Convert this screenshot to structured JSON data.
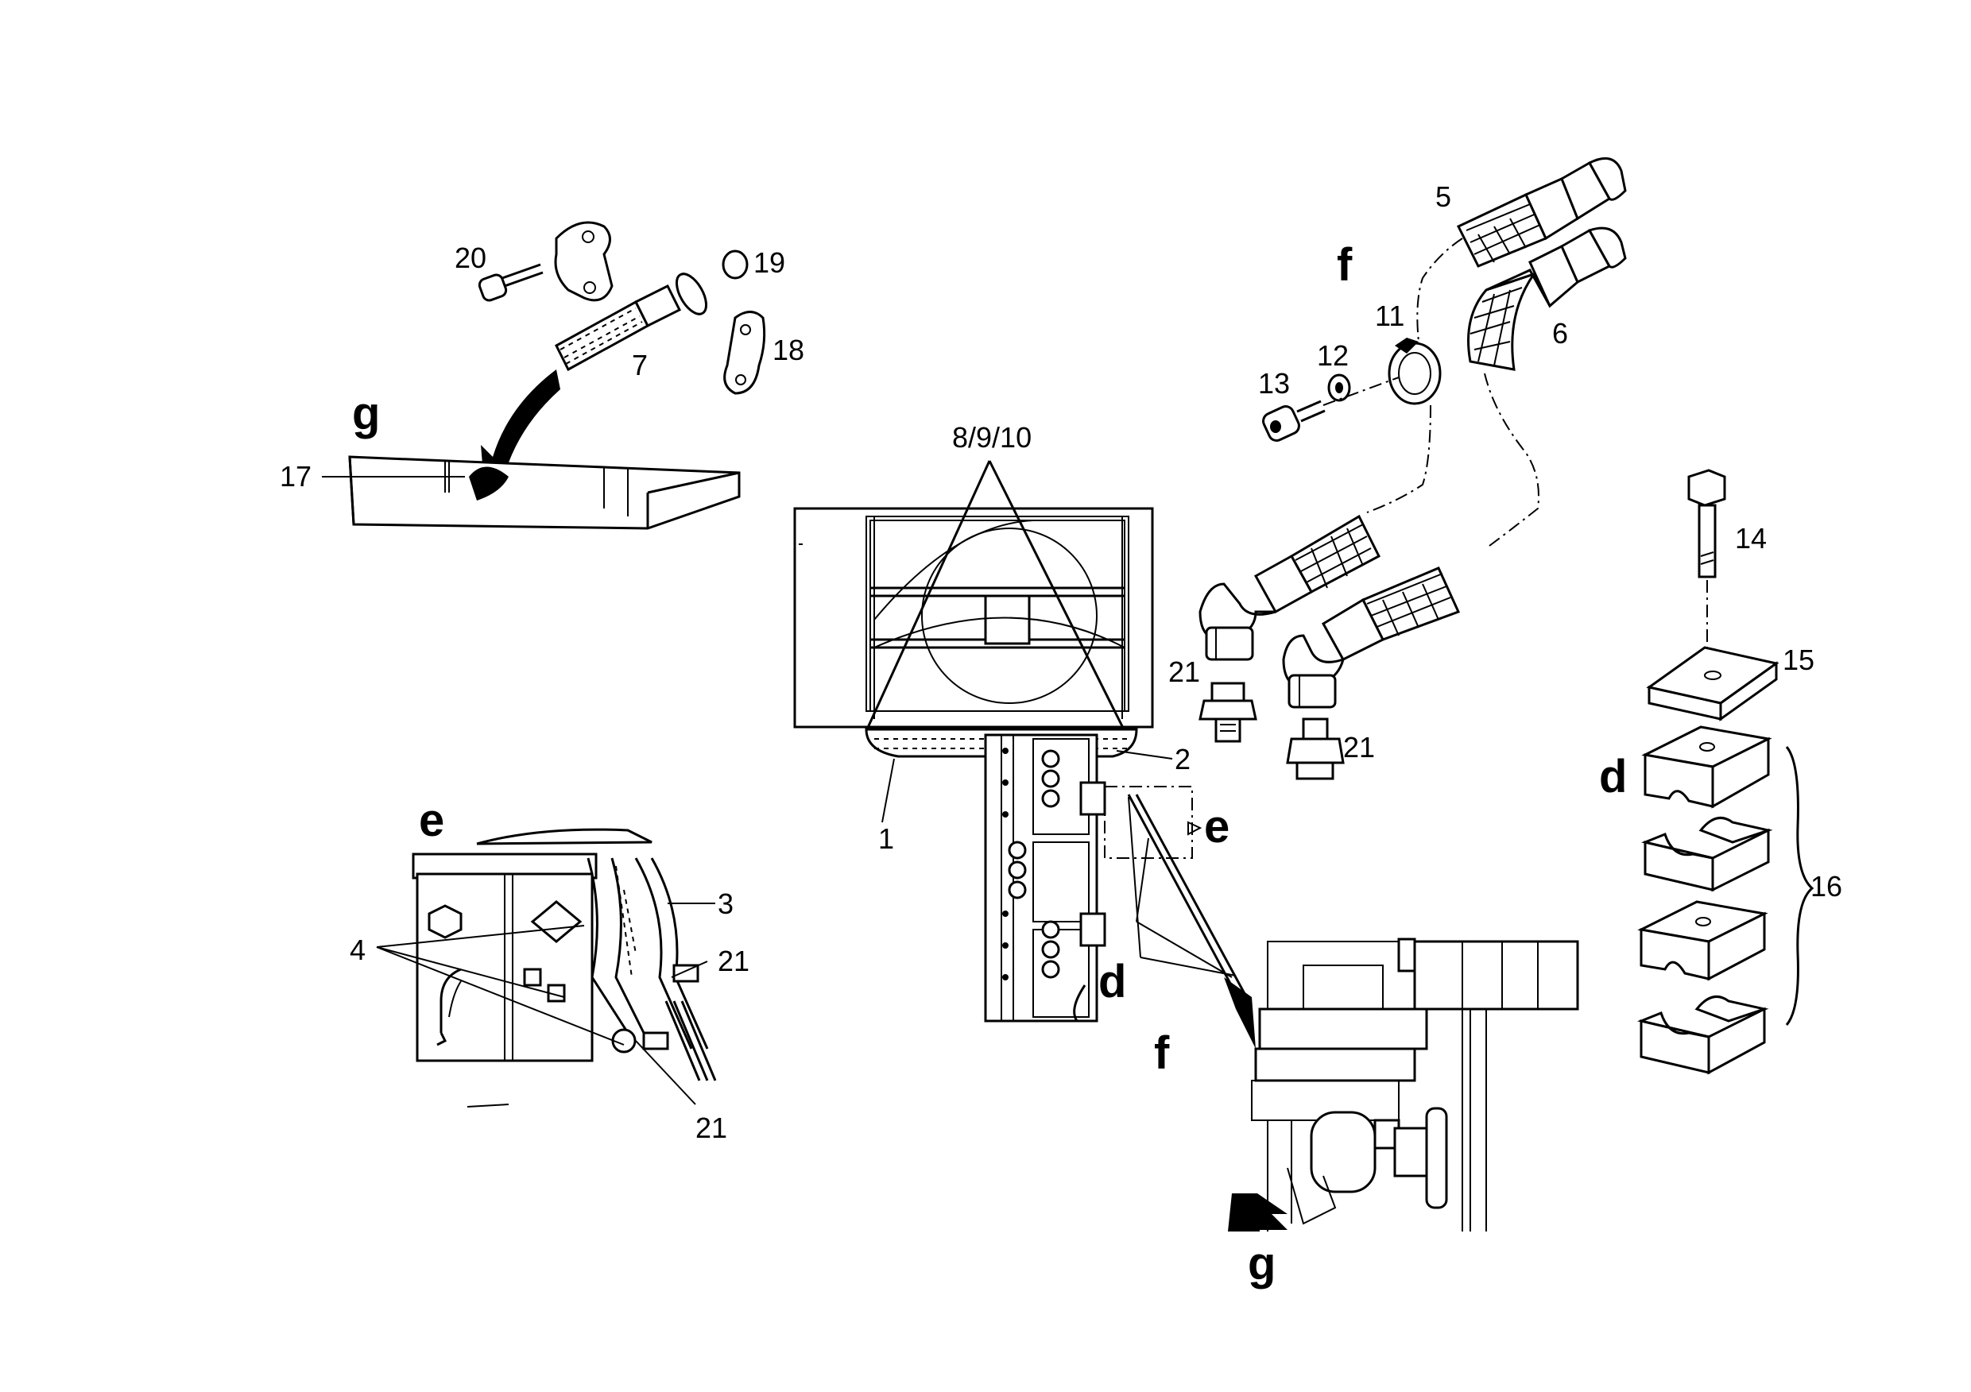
{
  "diagram": {
    "part_labels": {
      "p1": "1",
      "p2": "2",
      "p3": "3",
      "p4": "4",
      "p5": "5",
      "p6": "6",
      "p7": "7",
      "p8910": "8/9/10",
      "p11": "11",
      "p12": "12",
      "p13": "13",
      "p14": "14",
      "p15": "15",
      "p16": "16",
      "p17": "17",
      "p18": "18",
      "p19": "19",
      "p20": "20",
      "p21a": "21",
      "p21b": "21",
      "p21c": "21",
      "p21d": "21"
    },
    "detail_letters": {
      "g_detail": "g",
      "e_detail": "e",
      "f_detail": "f",
      "d_detail": "d",
      "e_main": "e",
      "d_main": "d",
      "f_main": "f",
      "g_main": "g"
    }
  }
}
